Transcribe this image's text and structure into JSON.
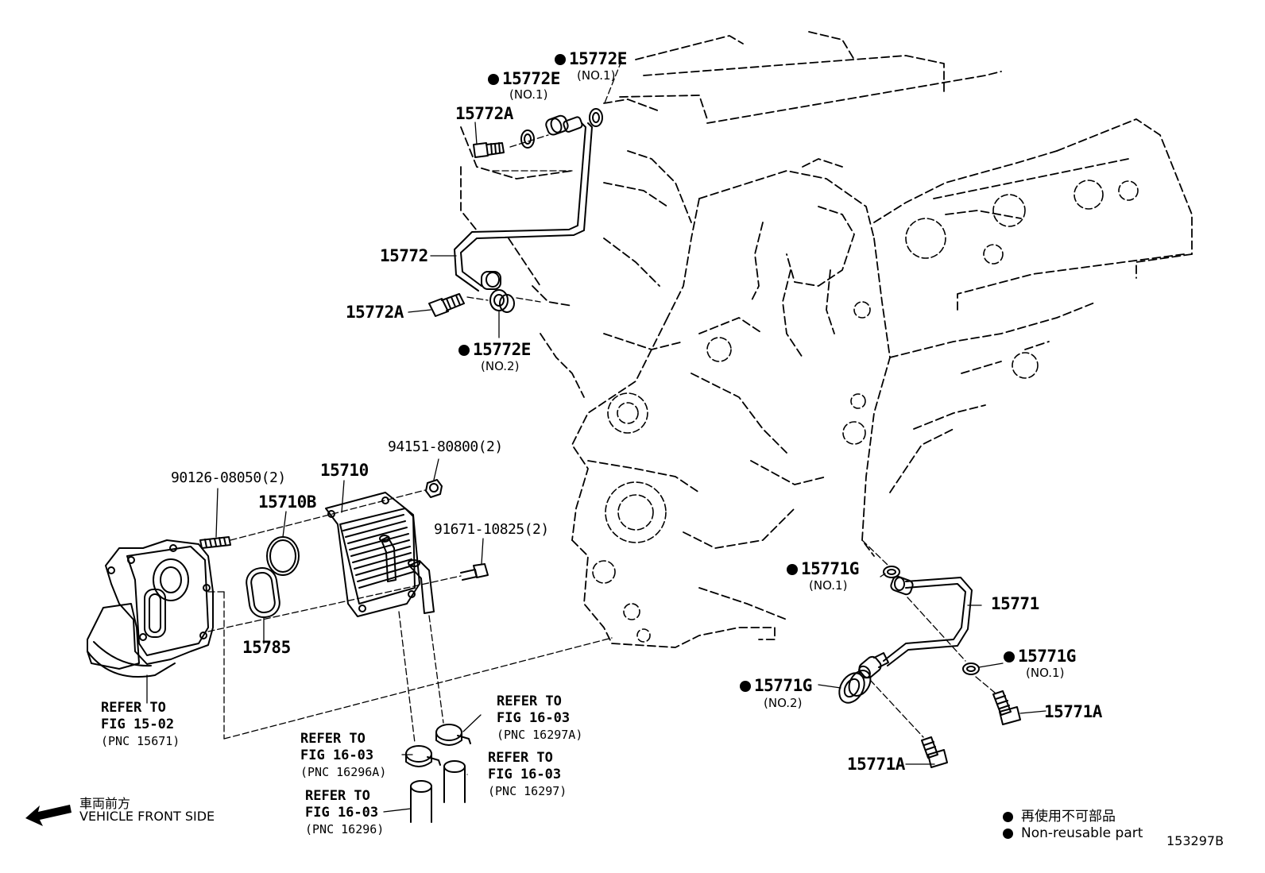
{
  "parts": {
    "p15772e_no1_top": {
      "number": "15772E",
      "sub": "(NO.1)"
    },
    "p15772e_no1_mid": {
      "number": "15772E",
      "sub": "(NO.1)"
    },
    "p15772a_top": {
      "number": "15772A"
    },
    "p15772": {
      "number": "15772"
    },
    "p15772a_low": {
      "number": "15772A"
    },
    "p15772e_no2": {
      "number": "15772E",
      "sub": "(NO.2)"
    },
    "p94151": {
      "number": "94151-80800(2)"
    },
    "p90126": {
      "number": "90126-08050(2)"
    },
    "p15710": {
      "number": "15710"
    },
    "p15710b": {
      "number": "15710B"
    },
    "p91671": {
      "number": "91671-10825(2)"
    },
    "p15785": {
      "number": "15785"
    },
    "p15771g_no1_a": {
      "number": "15771G",
      "sub": "(NO.1)"
    },
    "p15771": {
      "number": "15771"
    },
    "p15771g_no1_b": {
      "number": "15771G",
      "sub": "(NO.1)"
    },
    "p15771g_no2": {
      "number": "15771G",
      "sub": "(NO.2)"
    },
    "p15771a_right": {
      "number": "15771A"
    },
    "p15771a_low": {
      "number": "15771A"
    }
  },
  "refs": {
    "fig1502": {
      "line1": "REFER TO",
      "line2": "FIG 15-02",
      "pnc": "(PNC 15671)"
    },
    "fig1603_16297a": {
      "line1": "REFER TO",
      "line2": "FIG 16-03",
      "pnc": "(PNC 16297A)"
    },
    "fig1603_16296a": {
      "line1": "REFER TO",
      "line2": "FIG 16-03",
      "pnc": "(PNC 16296A)"
    },
    "fig1603_16297": {
      "line1": "REFER TO",
      "line2": "FIG 16-03",
      "pnc": "(PNC 16297)"
    },
    "fig1603_16296": {
      "line1": "REFER TO",
      "line2": "FIG 16-03",
      "pnc": "(PNC 16296)"
    }
  },
  "front": {
    "jp": "車両前方",
    "en": "VEHICLE FRONT SIDE"
  },
  "legend": {
    "jp": "再使用不可部品",
    "en": "Non-reusable part"
  },
  "figure_id": "153297B"
}
